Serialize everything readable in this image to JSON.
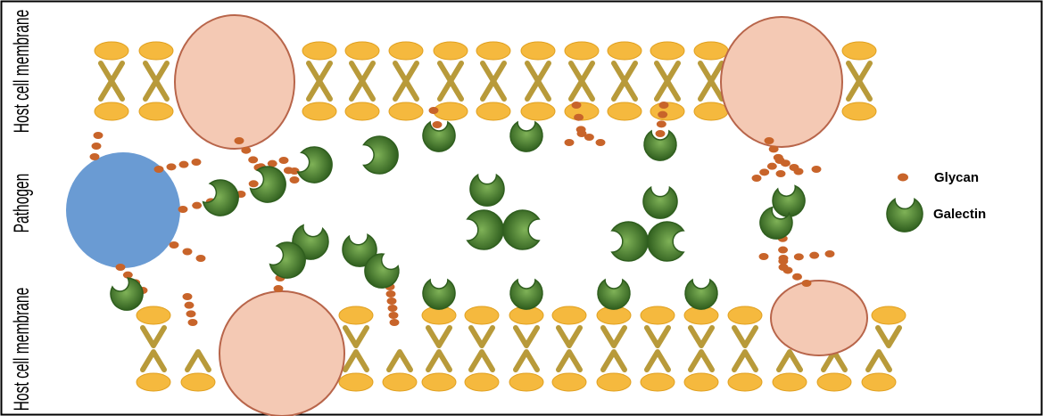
{
  "labels": {
    "membrane_top": "Host cell membrane",
    "pathogen": "Pathogen",
    "membrane_bottom": "Host cell membrane"
  },
  "legend": {
    "glycan": "Glycan",
    "galectin": "Galectin"
  },
  "colors": {
    "lipid_head": "#f5b93e",
    "lipid_head_stroke": "#e0a020",
    "lipid_tail": "#b89a3a",
    "protein_fill": "#f4c9b4",
    "protein_stroke": "#b8654a",
    "pathogen": "#6a9bd3",
    "glycan": "#c8642a",
    "galectin_dark": "#2f5e1e",
    "galectin_light": "#6fa84a",
    "border": "#000000"
  },
  "icons": {
    "glycan": "glycan-chain-icon",
    "galectin": "galectin-crescent-icon"
  }
}
